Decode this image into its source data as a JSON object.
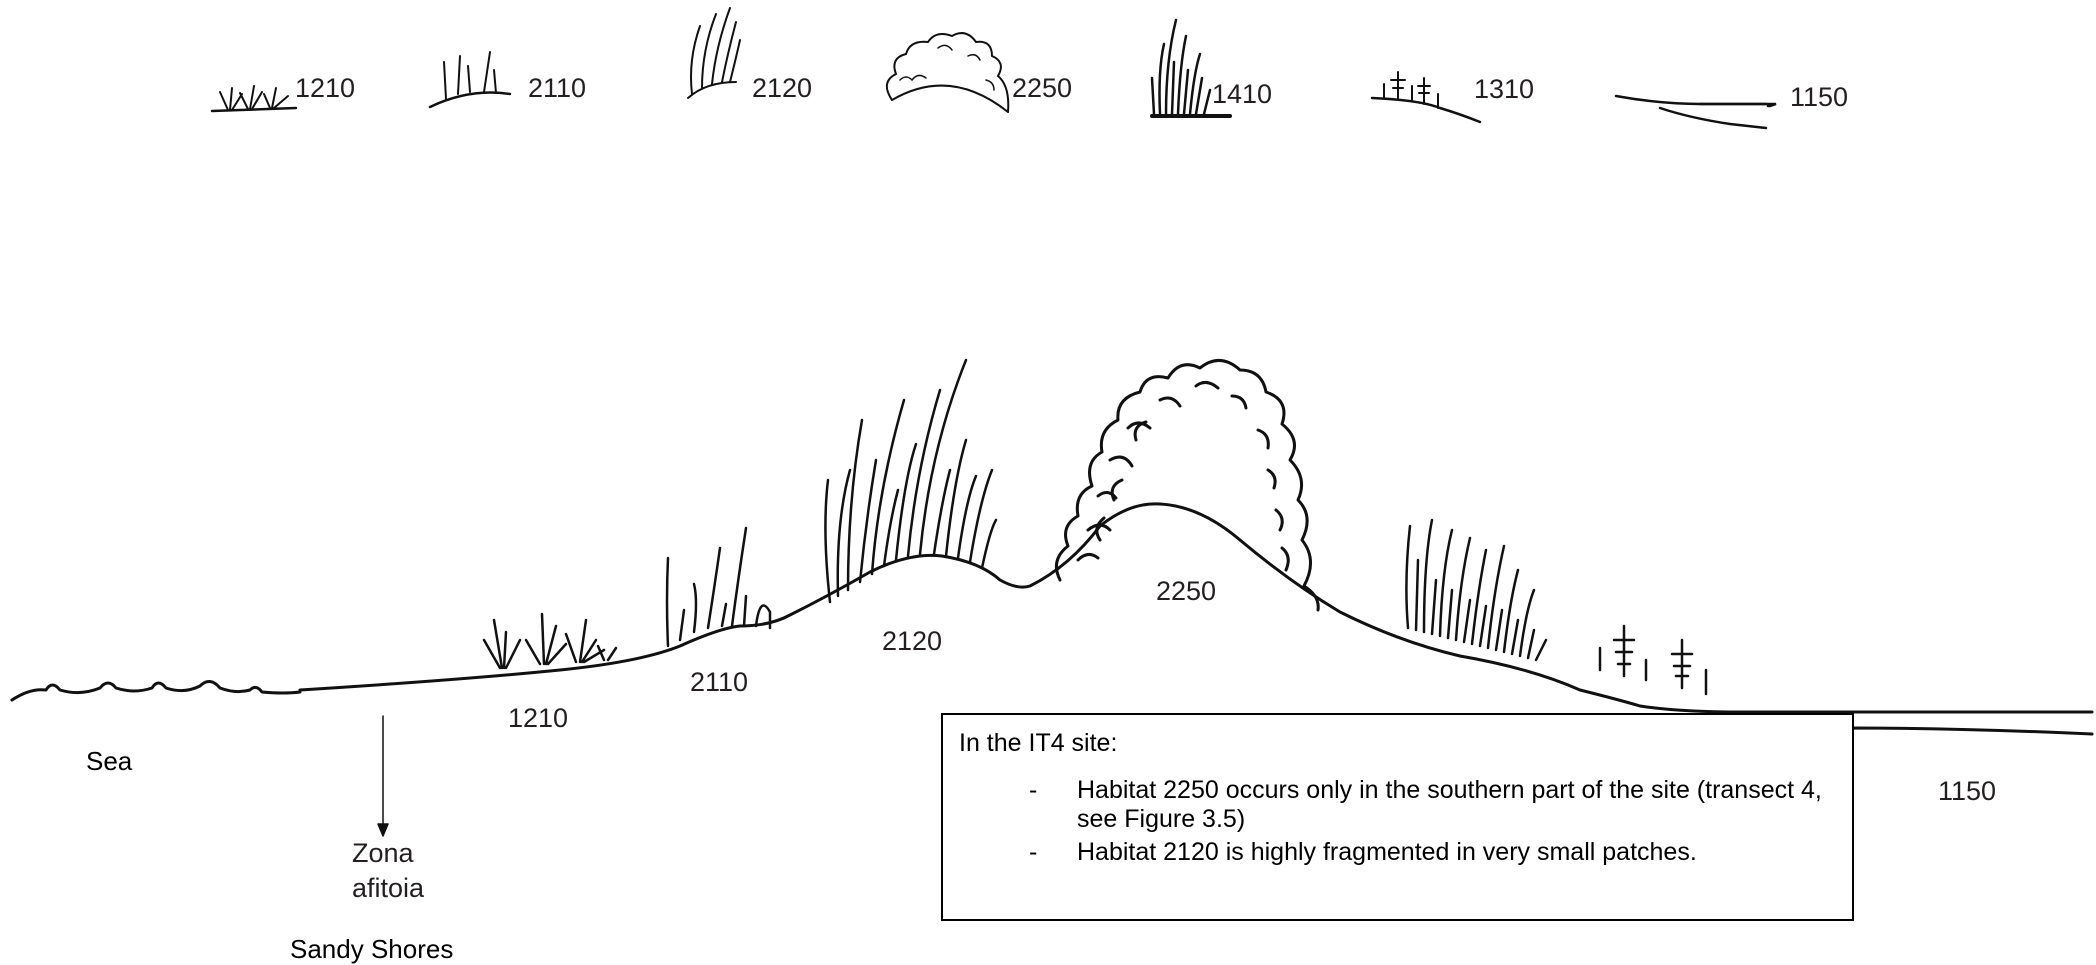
{
  "legend": {
    "codes": [
      "1210",
      "2110",
      "2120",
      "2250",
      "1410",
      "1310",
      "1150"
    ]
  },
  "profile": {
    "labels": {
      "l1210": "1210",
      "l2110": "2110",
      "l2120": "2120",
      "l2250": "2250",
      "l1150": "1150"
    },
    "sea_label": "Sea",
    "zone_label_line1": "Zona",
    "zone_label_line2": "afitoia",
    "sandy_shores_label": "Sandy Shores"
  },
  "note": {
    "title": "In the IT4 site:",
    "items": [
      "Habitat 2250 occurs only in the southern part of the site (transect 4, see Figure 3.5)",
      "Habitat 2120 is highly fragmented in very small patches."
    ],
    "bullet": "-"
  }
}
